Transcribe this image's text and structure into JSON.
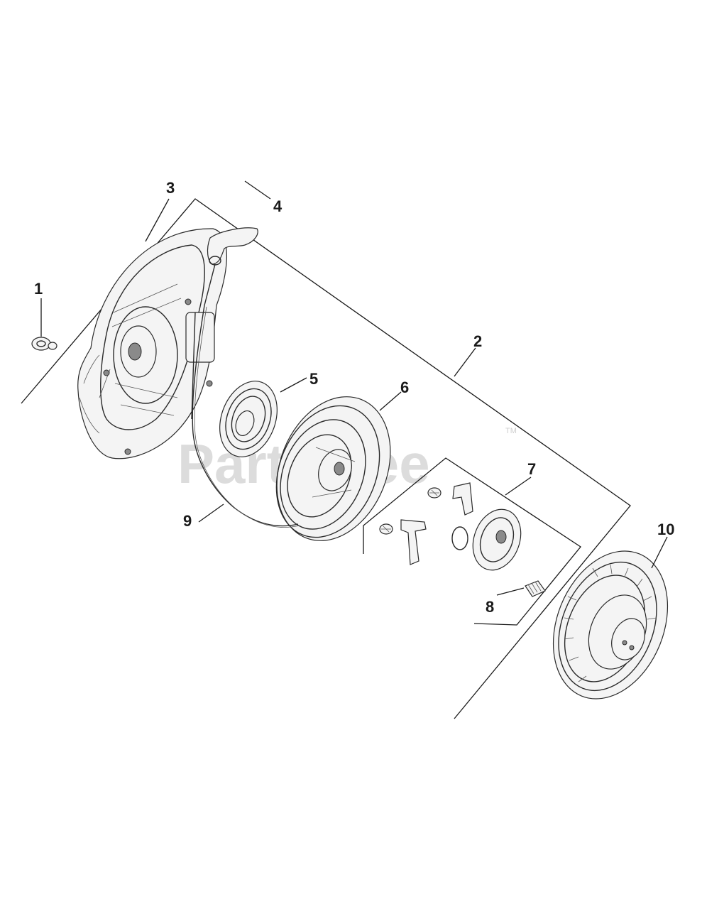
{
  "watermark": {
    "text": "PartsTree",
    "trademark": "TM"
  },
  "callouts": [
    {
      "id": "1",
      "label": "1"
    },
    {
      "id": "2",
      "label": "2"
    },
    {
      "id": "3",
      "label": "3"
    },
    {
      "id": "4",
      "label": "4"
    },
    {
      "id": "5",
      "label": "5"
    },
    {
      "id": "6",
      "label": "6"
    },
    {
      "id": "7",
      "label": "7"
    },
    {
      "id": "8",
      "label": "8"
    },
    {
      "id": "9",
      "label": "9"
    },
    {
      "id": "10",
      "label": "10"
    }
  ],
  "colors": {
    "ink": "#1a1a1a",
    "watermark": "#dcdcdc",
    "background": "#ffffff"
  }
}
